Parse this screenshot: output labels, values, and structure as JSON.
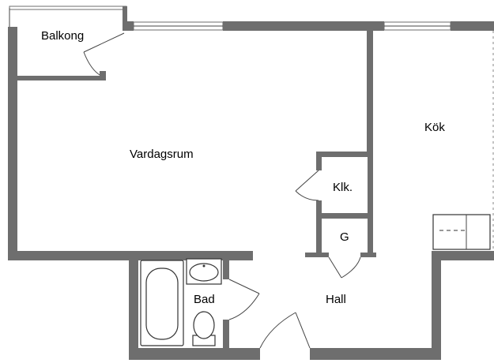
{
  "rooms": {
    "balkong": "Balkong",
    "vardagsrum": "Vardagsrum",
    "kok": "Kök",
    "klk": "Klk.",
    "g": "G",
    "bad": "Bad",
    "hall": "Hall"
  },
  "colors": {
    "wall": "#6e6e6e",
    "background": "#ffffff",
    "line": "#444444"
  }
}
